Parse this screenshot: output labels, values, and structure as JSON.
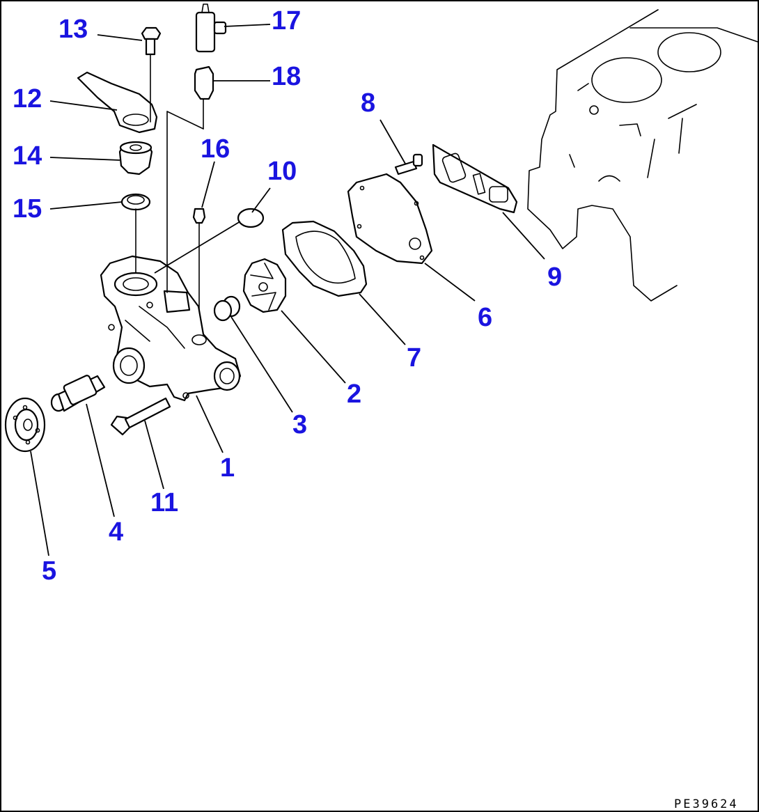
{
  "drawing_number": "PE39624",
  "callouts": {
    "p1": "1",
    "p2": "2",
    "p3": "3",
    "p4": "4",
    "p5": "5",
    "p6": "6",
    "p7": "7",
    "p8": "8",
    "p9": "9",
    "p10": "10",
    "p11": "11",
    "p12": "12",
    "p13": "13",
    "p14": "14",
    "p15": "15",
    "p16": "16",
    "p17": "17",
    "p18": "18"
  },
  "colors": {
    "callout": "#1a14e0",
    "line": "#000000",
    "background": "#ffffff"
  }
}
